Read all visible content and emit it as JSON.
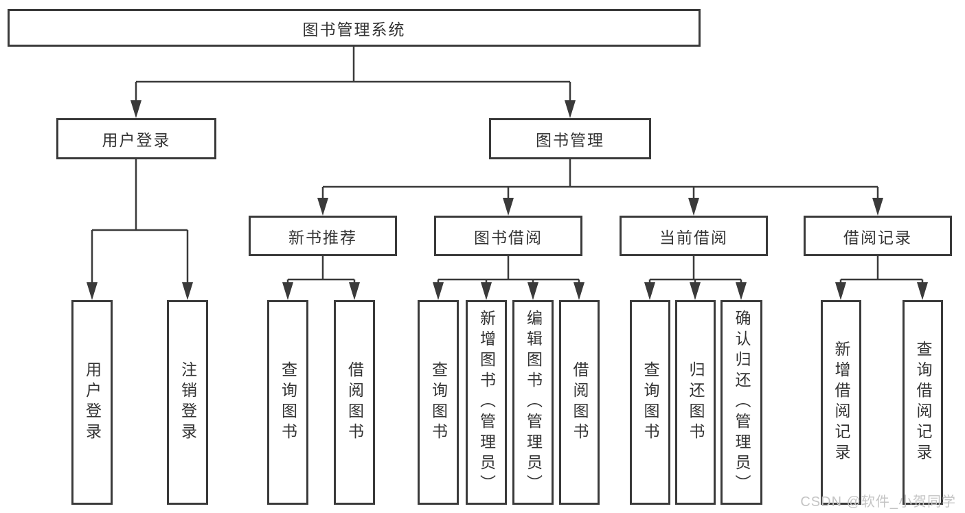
{
  "colors": {
    "line": "#3a3a3a",
    "box_border": "#3a3a3a",
    "text": "#333333",
    "watermark": "#c4c4c4"
  },
  "tree": {
    "root": "图书管理系统",
    "children": [
      {
        "label": "用户登录",
        "children": [
          "用户登录",
          "注销登录"
        ]
      },
      {
        "label": "图书管理",
        "children": [
          {
            "label": "新书推荐",
            "children": [
              "查询图书",
              "借阅图书"
            ]
          },
          {
            "label": "图书借阅",
            "children": [
              "查询图书",
              "新增图书（管理员）",
              "编辑图书（管理员）",
              "借阅图书"
            ]
          },
          {
            "label": "当前借阅",
            "children": [
              "查询图书",
              "归还图书",
              "确认归还（管理员）"
            ]
          },
          {
            "label": "借阅记录",
            "children": [
              "新增借阅记录",
              "查询借阅记录"
            ]
          }
        ]
      }
    ]
  },
  "watermark": "CSDN @软件_小贺同学"
}
